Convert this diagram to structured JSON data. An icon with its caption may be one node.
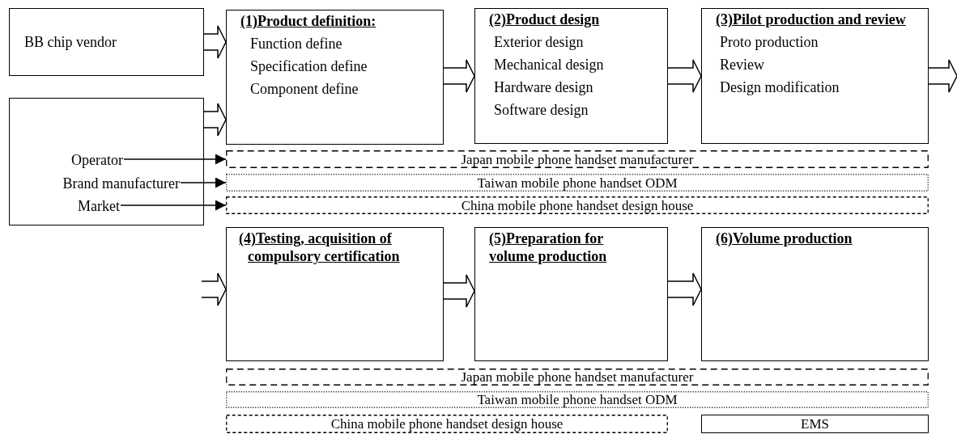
{
  "diagram": {
    "nodes": [
      {
        "text": [
          "BB chip vendor"
        ]
      },
      {
        "text": [],
        "shape": "box"
      },
      {
        "text": [
          "Operator"
        ],
        "in": 1
      },
      {
        "text": [
          "Brand manufacturer"
        ],
        "in": 1
      },
      {
        "text": [
          "Market"
        ],
        "in": 1
      },
      {
        "text": [
          "(1)Product definition:",
          "Function define",
          "Specification define",
          "Component define"
        ]
      },
      {
        "text": [
          "(2)Product design",
          "Exterior design",
          "Mechanical design",
          "Hardware design",
          "Software design"
        ]
      },
      {
        "text": [
          "(3)Pilot production and review",
          "Proto production",
          "Review",
          "Design modification"
        ]
      },
      {
        "text": [
          "Japan mobile phone handset manufacturer"
        ]
      },
      {
        "text": [
          "Taiwan mobile phone handset ODM"
        ]
      },
      {
        "text": [
          "China mobile phone handset design house"
        ]
      },
      {
        "text": [
          "(4)Testing, acquisition of compulsory certification"
        ]
      },
      {
        "text": [
          "(5)Preparation for volume production"
        ]
      },
      {
        "text": [
          "(6)Volume production"
        ]
      },
      {
        "text": [
          "Japan mobile phone handset manufacturer"
        ]
      },
      {
        "text": [
          "Taiwan mobile phone handset ODM"
        ]
      },
      {
        "text": [
          "China mobile phone handset design house"
        ]
      },
      {
        "text": [
          "EMS"
        ]
      }
    ],
    "edges": [
      {
        "from": 0,
        "to": 5,
        "arrow": "to",
        "style": "thick"
      },
      {
        "from": 1,
        "to": 5,
        "arrow": "to",
        "style": "thick"
      },
      {
        "from": 5,
        "to": 6,
        "arrow": "to",
        "style": "thick"
      },
      {
        "from": 6,
        "to": 7,
        "arrow": "to",
        "style": "thick"
      },
      {
        "from": 7,
        "to": null,
        "arrow": "to",
        "style": "thick"
      },
      {
        "from": null,
        "to": 11,
        "arrow": "to",
        "style": "thick"
      },
      {
        "from": 11,
        "to": 12,
        "arrow": "to",
        "style": "thick"
      },
      {
        "from": 12,
        "to": 13,
        "arrow": "to",
        "style": "thick"
      },
      {
        "from": 2,
        "to": 8,
        "arrow": "to"
      },
      {
        "from": 3,
        "to": 9,
        "arrow": "to"
      },
      {
        "from": 4,
        "to": 10,
        "arrow": "to"
      }
    ]
  }
}
